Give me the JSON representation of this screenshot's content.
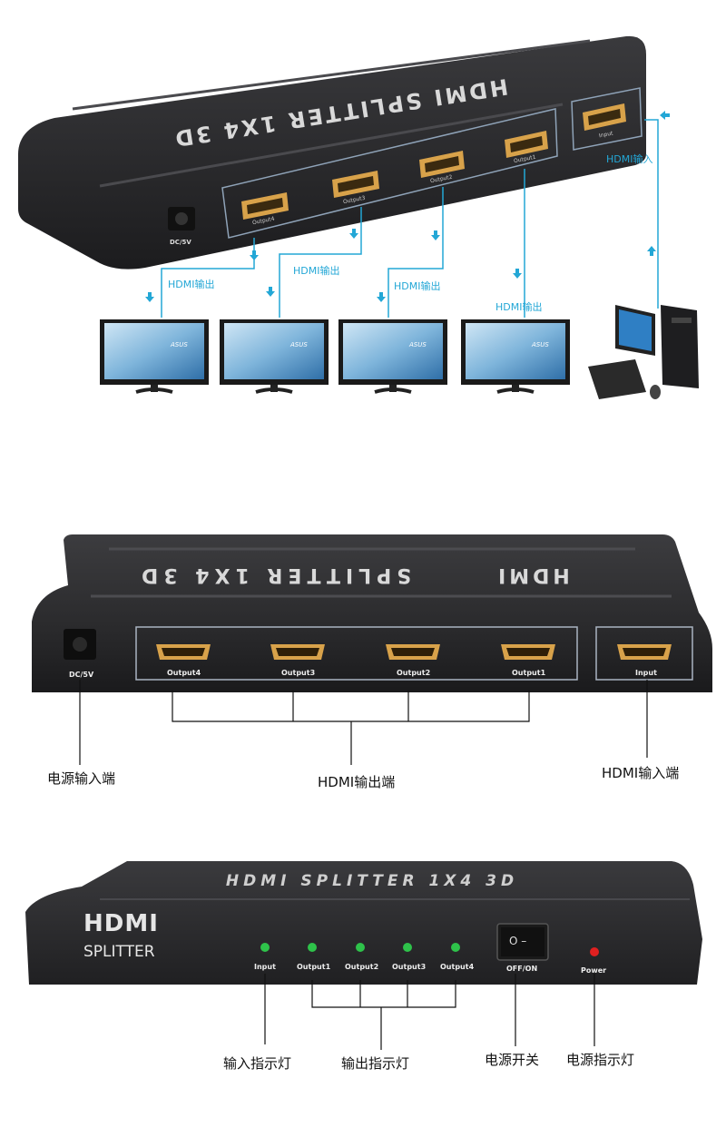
{
  "device_top": {
    "title": "HDMI SPLITTER 1X4 3D",
    "dc_label": "DC/5V",
    "ports": [
      "Output4",
      "Output3",
      "Output2",
      "Output1"
    ],
    "input_label": "Input",
    "hdmi_out_label": "HDMI输出",
    "hdmi_in_label": "HDMI输入",
    "monitor_logo": "ASUS"
  },
  "device_back": {
    "title_left": "HDMI",
    "title_right": "SPLITTER 1X4 3D",
    "dc_label": "DC/5V",
    "ports": [
      "Output4",
      "Output3",
      "Output2",
      "Output1"
    ],
    "input_label": "Input",
    "cap_power_in": "电源输入端",
    "cap_hdmi_out": "HDMI输出端",
    "cap_hdmi_in": "HDMI输入端"
  },
  "device_front": {
    "title": "HDMI SPLITTER 1X4 3D",
    "brand_top": "HDMI",
    "brand_bottom": "SPLITTER",
    "leds": [
      "Input",
      "Output1",
      "Output2",
      "Output3",
      "Output4"
    ],
    "switch_label": "OFF/ON",
    "switch_symbols": "O –",
    "power_label": "Power",
    "cap_input_led": "输入指示灯",
    "cap_output_led": "输出指示灯",
    "cap_power_switch": "电源开关",
    "cap_power_led": "电源指示灯"
  },
  "colors": {
    "device": "#2a2a2c",
    "accent": "#23a7d6",
    "led_green": "#2ec24a",
    "led_red": "#e02020",
    "port_gold": "#d8a24a"
  }
}
